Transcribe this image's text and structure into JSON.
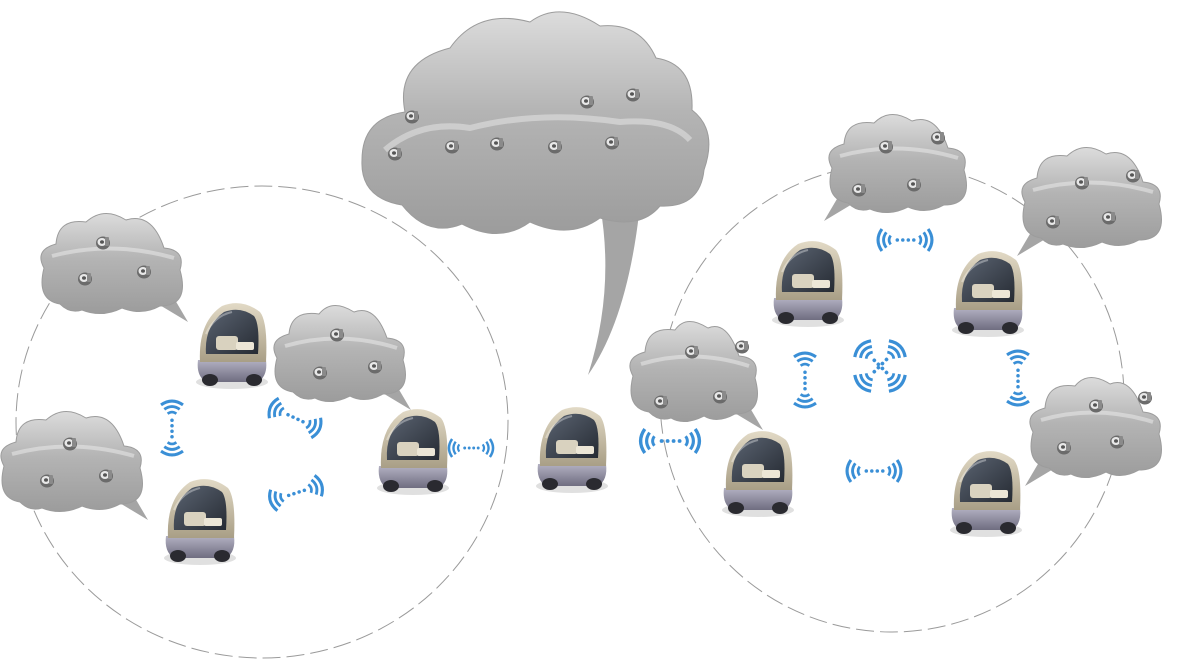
{
  "diagram": {
    "clusters": [
      {
        "id": "left-cluster",
        "vehicles": 3
      },
      {
        "id": "right-cluster",
        "vehicles": 4
      }
    ],
    "bridge_vehicles": 1,
    "large_cloud_devices": 8,
    "icons": {
      "vehicle": "autonomous-pod-car-icon",
      "device": "wheel-device-icon",
      "signal": "wireless-signal-icon",
      "cloud": "speech-cloud"
    },
    "colors": {
      "cloud_fill": "#a9a9a9",
      "cloud_highlight": "#d6d6d6",
      "signal": "#3a8fd6",
      "car_body": "#c9bfa6",
      "car_glass": "#3d4450",
      "car_base": "#8a8898",
      "circle_stroke": "#9a9a9a"
    }
  }
}
